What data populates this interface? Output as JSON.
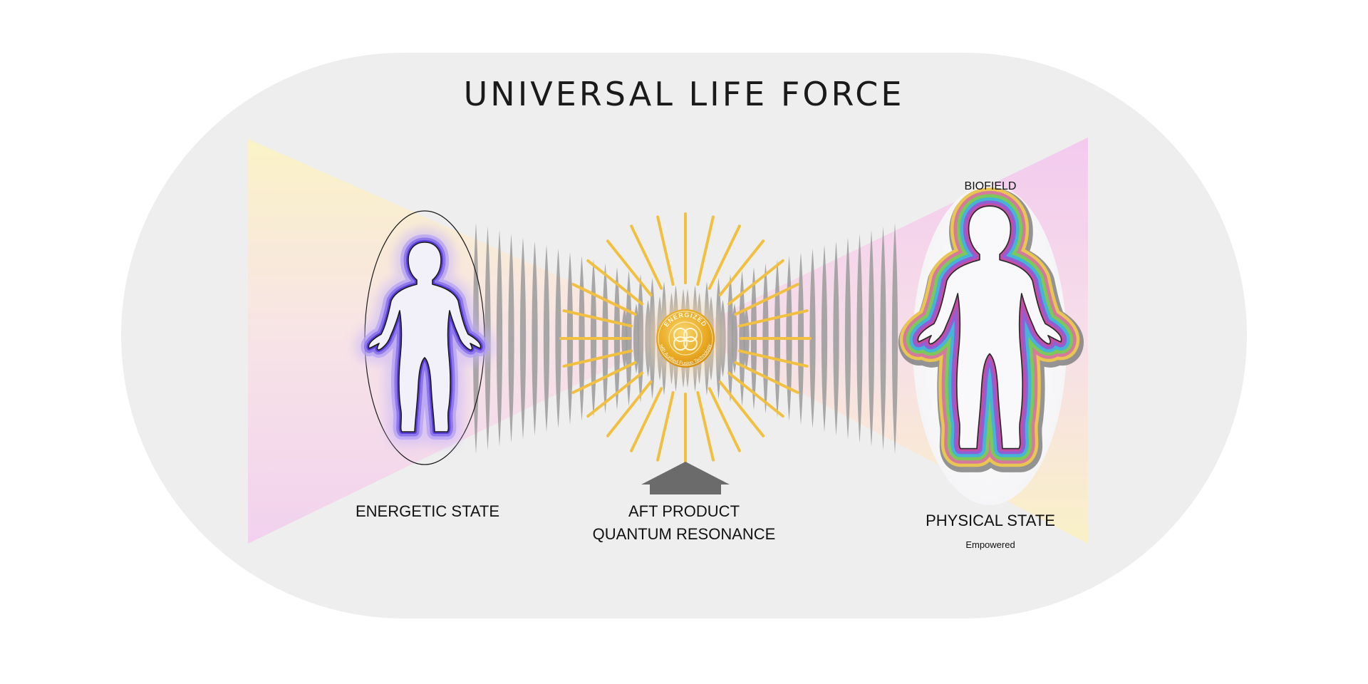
{
  "title": "UNIVERSAL LIFE FORCE",
  "labels": {
    "biofield": "BIOFIELD",
    "energetic_state": "ENERGETIC STATE",
    "product_line1": "AFT PRODUCT",
    "product_line2": "QUANTUM RESONANCE",
    "physical_state": "PHYSICAL STATE",
    "physical_sub": "Empowered"
  },
  "seal": {
    "top_text": "ENERGIZED",
    "bottom_text": "with Aurified Fusion Technology"
  },
  "colors": {
    "background": "#eeeeee",
    "seal_gold": "#e8a922",
    "ray_gold": "#f2c040",
    "energetic_aura": "#6a4be0",
    "wave_gray": "#9a9a9a",
    "arrow_gray": "#6b6b6b"
  },
  "icons": {
    "seal": "energized-seal-icon",
    "arrow": "up-arrow-icon",
    "figure_left": "human-figure-icon",
    "figure_right": "human-figure-icon"
  }
}
